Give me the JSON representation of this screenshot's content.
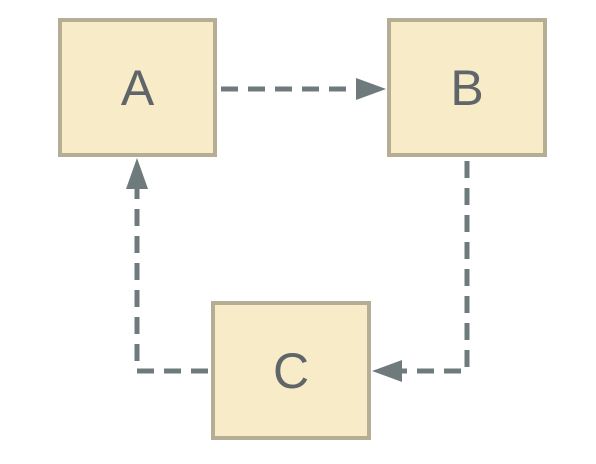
{
  "diagram": {
    "nodes": [
      {
        "id": "A",
        "label": "A"
      },
      {
        "id": "B",
        "label": "B"
      },
      {
        "id": "C",
        "label": "C"
      }
    ],
    "edges": [
      {
        "from": "A",
        "to": "B",
        "style": "dashed"
      },
      {
        "from": "B",
        "to": "C",
        "style": "dashed"
      },
      {
        "from": "C",
        "to": "A",
        "style": "dashed"
      }
    ],
    "colors": {
      "node_fill": "#f8ebc8",
      "node_border": "#b5ae94",
      "node_text": "#5f6568",
      "edge": "#6f7a7c"
    }
  }
}
